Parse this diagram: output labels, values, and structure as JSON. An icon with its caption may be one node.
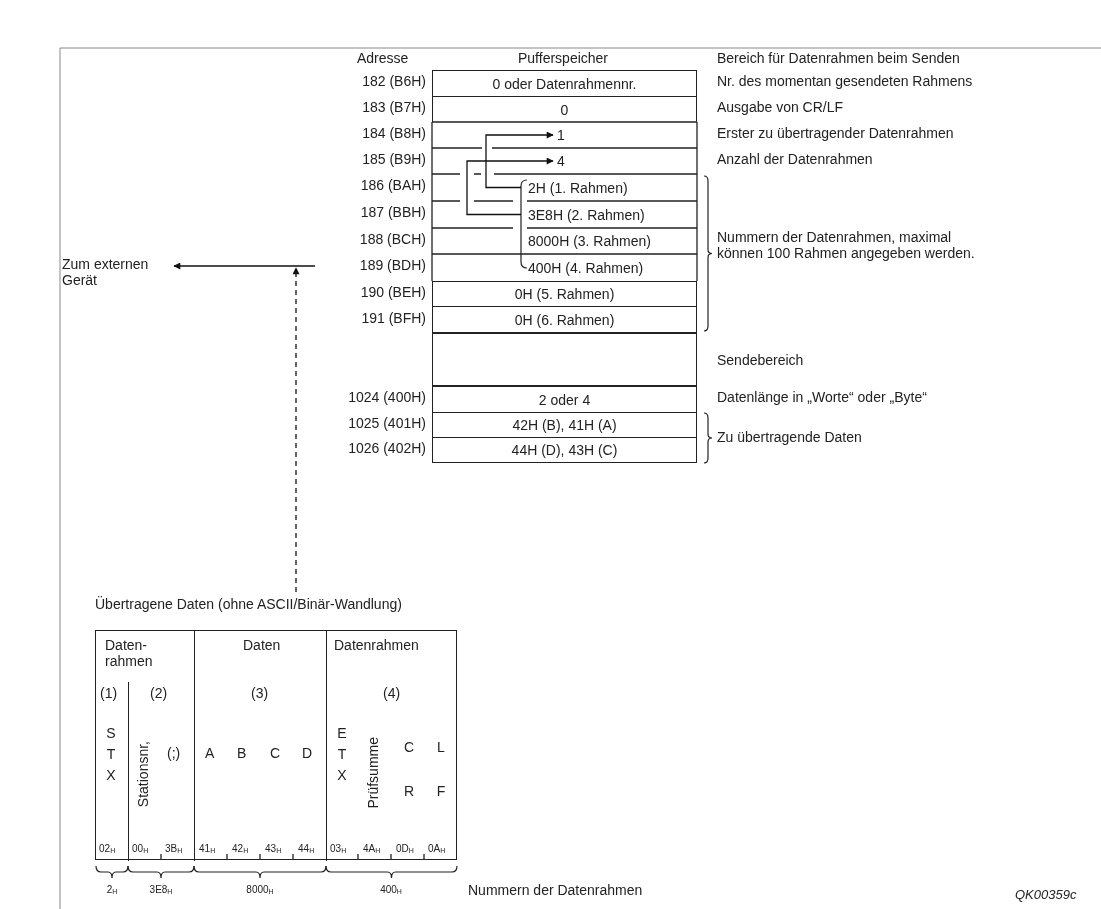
{
  "diagram": {
    "nodes": [
      {
        "text": [
          "0 oder Datenrahmennr."
        ],
        "beside": [
          "182 (B6H)",
          "Nr. des momentan gesendeten Rahmens"
        ]
      },
      {
        "text": [
          "0"
        ],
        "beside": [
          "183 (B7H)",
          "Ausgabe von CR/LF"
        ]
      },
      {
        "text": [
          "1"
        ]
      },
      {
        "text": [
          "4"
        ]
      },
      {
        "text": [
          "2H (1. Rahmen)"
        ]
      },
      {
        "text": [
          "3E8H (2. Rahmen)"
        ]
      },
      {
        "text": [
          "8000H (3. Rahmen)"
        ]
      },
      {
        "text": [
          "400H (4. Rahmen)"
        ]
      },
      {
        "text": [
          "0H (5. Rahmen)"
        ],
        "beside": [
          "190 (BEH)"
        ]
      },
      {
        "text": [
          "0H (6. Rahmen)"
        ],
        "beside": [
          "191 (BFH)"
        ]
      },
      {
        "text": [],
        "shape": "box"
      },
      {
        "text": [
          "2 oder 4"
        ],
        "beside": [
          "1024 (400H)",
          "Datenlänge in „Worte“ oder „Byte“"
        ]
      },
      {
        "text": [
          "42H (B), 41H (A)"
        ],
        "beside": [
          "1025 (401H)"
        ]
      },
      {
        "text": [
          "44H (D), 43H (C)"
        ],
        "beside": [
          "1026 (402H)"
        ]
      },
      {
        "text": [
          "Zum externen Gerät"
        ]
      },
      {
        "text": [
          "Übertragene Daten (ohne ASCII/Binär-Wandlung)"
        ]
      },
      {
        "text": [],
        "shape": "box"
      },
      {
        "text": [
          "Daten- rahmen"
        ],
        "in": 16
      },
      {
        "text": [
          "(1)",
          "S T X",
          "02$_{H}$"
        ],
        "in": 17
      },
      {
        "text": [
          "(2)",
          "Stationsnr,",
          "(;)",
          "00$_{H}$",
          "3B$_{H}$"
        ],
        "in": 17
      },
      {
        "text": [
          "Daten",
          "(3)",
          "A",
          "B",
          "C",
          "D",
          "41$_{H}$",
          "42$_{H}$",
          "43$_{H}$",
          "44$_{H}$"
        ],
        "in": 16
      },
      {
        "text": [
          "Datenrahmen",
          "(4)",
          "E T X",
          "Prüfsumme",
          "C R",
          "L F",
          "03$_{H}$",
          "4A$_{H}$",
          "0D$_{H}$",
          "0A$_{H}$"
        ],
        "in": 16
      }
    ],
    "edges": [
      {
        "from": 4,
        "to": 2,
        "arrow": "to"
      },
      {
        "from": 5,
        "to": 3,
        "arrow": "to"
      },
      {
        "from": null,
        "to": 14,
        "arrow": "to"
      },
      {
        "from": 15,
        "to": null,
        "arrow": "to",
        "style": "dashed"
      }
    ],
    "labels": [
      "Adresse",
      "Pufferspeicher",
      "Bereich für Datenrahmen beim Senden",
      "184 (B8H)",
      "Erster zu übertragender Datenrahmen",
      "185 (B9H)",
      "Anzahl der Datenrahmen",
      "186 (BAH)",
      "187 (BBH)",
      "188 (BCH)",
      "189 (BDH)",
      "Nummern der Datenrahmen, maximal können 100 Rahmen angegeben werden.",
      "Sendebereich",
      "Zu übertragende Daten",
      "2$_{H}$",
      "3E8$_{H}$",
      "8000$_{H}$",
      "400$_{H}$",
      "Nummern der Datenrahmen",
      "QK00359c"
    ]
  }
}
